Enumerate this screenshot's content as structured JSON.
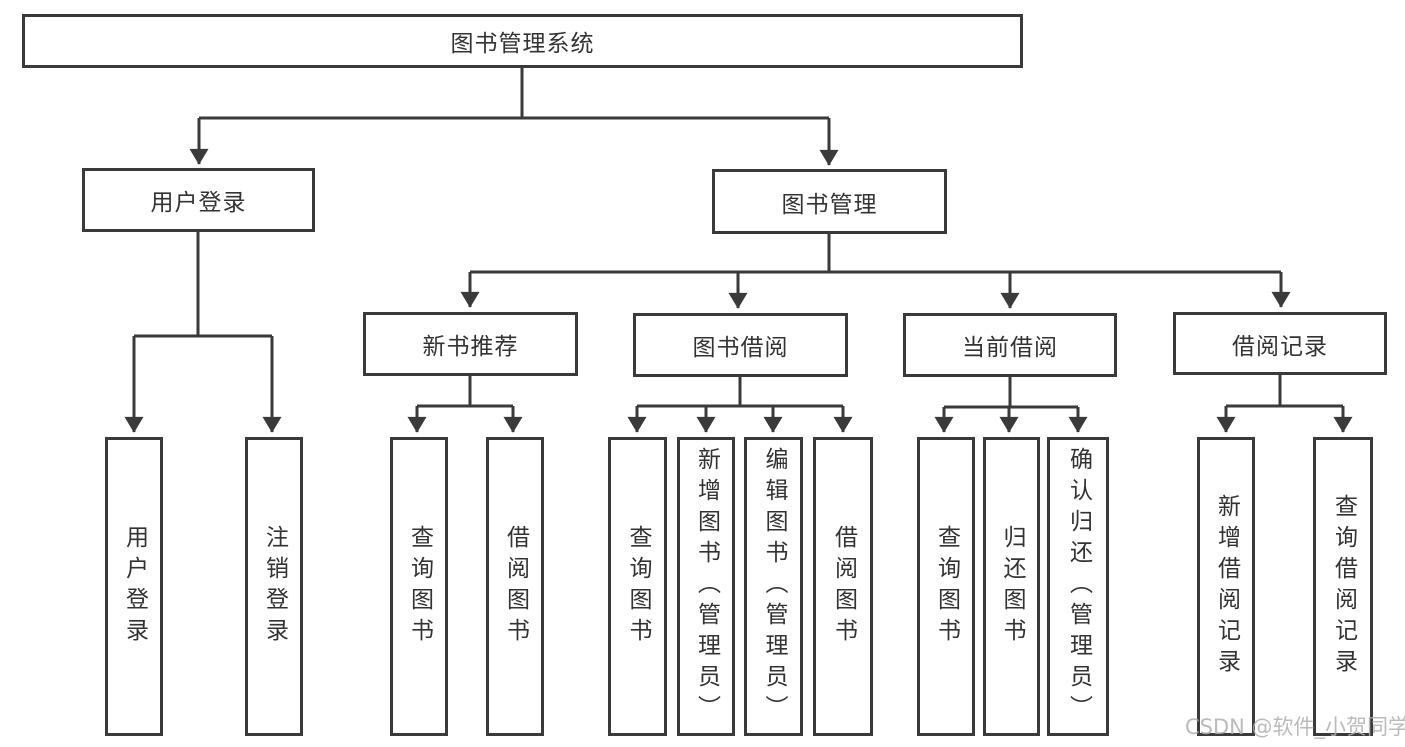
{
  "diagram": {
    "root": {
      "label": "图书管理系统",
      "children": [
        {
          "label": "用户登录",
          "children": [
            {
              "label": "用户登录"
            },
            {
              "label": "注销登录"
            }
          ]
        },
        {
          "label": "图书管理",
          "children": [
            {
              "label": "新书推荐",
              "children": [
                {
                  "label": "查询图书"
                },
                {
                  "label": "借阅图书"
                }
              ]
            },
            {
              "label": "图书借阅",
              "children": [
                {
                  "label": "查询图书"
                },
                {
                  "label": "新增图书（管理员）"
                },
                {
                  "label": "编辑图书（管理员）"
                },
                {
                  "label": "借阅图书"
                }
              ]
            },
            {
              "label": "当前借阅",
              "children": [
                {
                  "label": "查询图书"
                },
                {
                  "label": "归还图书"
                },
                {
                  "label": "确认归还（管理员）"
                }
              ]
            },
            {
              "label": "借阅记录",
              "children": [
                {
                  "label": "新增借阅记录"
                },
                {
                  "label": "查询借阅记录"
                }
              ]
            }
          ]
        }
      ]
    }
  },
  "watermark": {
    "text": "CSDN @软件_小贺同学",
    "color": "#b0b0b0"
  },
  "colors": {
    "line": "#3a3a3a",
    "text": "#333333",
    "background": "#ffffff"
  }
}
